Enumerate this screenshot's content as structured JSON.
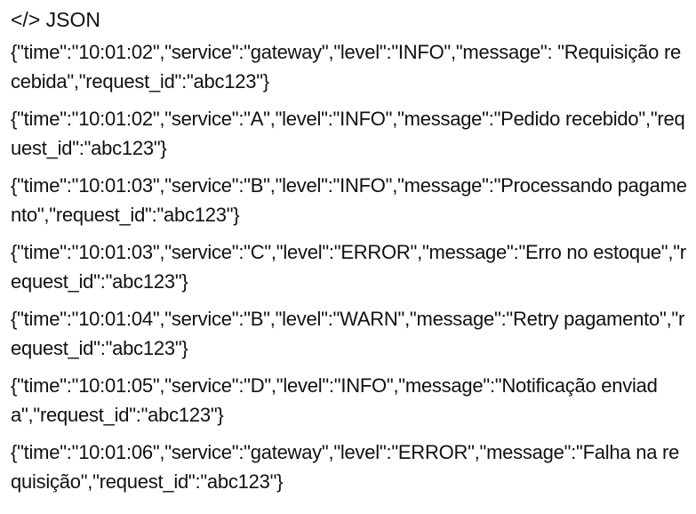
{
  "header": {
    "title": "</> JSON"
  },
  "log": {
    "lines": [
      "{\"time\":\"10:01:02\",\"service\":\"gateway\",\"level\":\"INFO\",\"message\": \"Requisição recebida\",\"request_id\":\"abc123\"}",
      "{\"time\":\"10:01:02\",\"service\":\"A\",\"level\":\"INFO\",\"message\":\"Pedido recebido\",\"request_id\":\"abc123\"}",
      "{\"time\":\"10:01:03\",\"service\":\"B\",\"level\":\"INFO\",\"message\":\"Processando pagamento\",\"request_id\":\"abc123\"}",
      "{\"time\":\"10:01:03\",\"service\":\"C\",\"level\":\"ERROR\",\"message\":\"Erro no estoque\",\"request_id\":\"abc123\"}",
      "{\"time\":\"10:01:04\",\"service\":\"B\",\"level\":\"WARN\",\"message\":\"Retry pagamento\",\"request_id\":\"abc123\"}",
      "{\"time\":\"10:01:05\",\"service\":\"D\",\"level\":\"INFO\",\"message\":\"Notificação enviada\",\"request_id\":\"abc123\"}",
      "{\"time\":\"10:01:06\",\"service\":\"gateway\",\"level\":\"ERROR\",\"message\":\"Falha na requisição\",\"request_id\":\"abc123\"}"
    ]
  }
}
